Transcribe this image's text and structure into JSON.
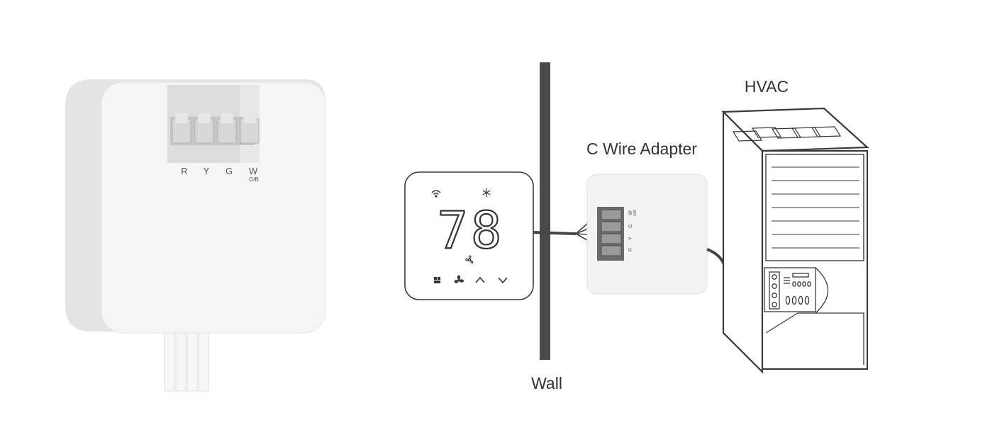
{
  "labels": {
    "wall": "Wall",
    "adapter": "C Wire Adapter",
    "hvac": "HVAC"
  },
  "adapter_terminals": {
    "r": "R",
    "y": "Y",
    "g": "G",
    "w": "W",
    "w_sub": "O/B"
  },
  "thermostat": {
    "temperature": "78"
  },
  "colors": {
    "wall": "#4a4a4a",
    "outline": "#3a3a3a",
    "device_body": "#f3f3f3",
    "terminal_block": "#cfcfcf",
    "label_text": "#333333"
  },
  "icons": [
    "wifi-icon",
    "snowflake-icon",
    "fan-icon",
    "mode-icon",
    "up-arrow-icon",
    "down-arrow-icon"
  ]
}
